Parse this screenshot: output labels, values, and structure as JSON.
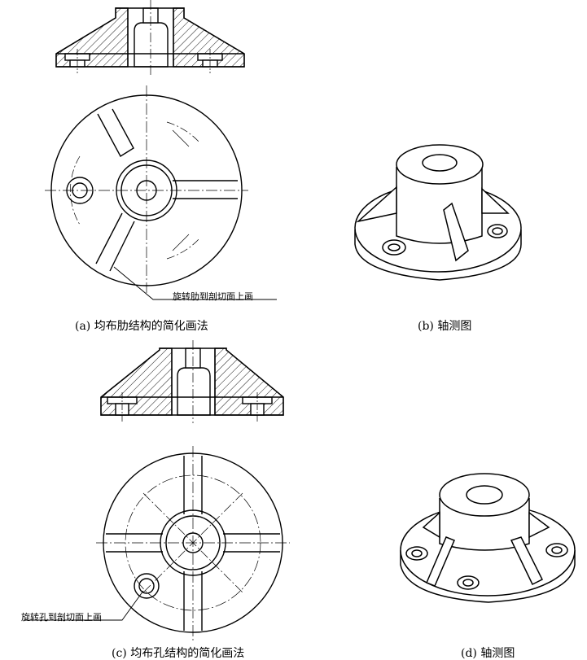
{
  "captions": {
    "a": "(a) 均布肋结构的简化画法",
    "b": "(b) 轴测图",
    "c": "(c) 均布孔结构的简化画法",
    "d": "(d) 轴测图"
  },
  "annotations": {
    "rib_note": "旋转肋到剖切面上画",
    "hole_note": "旋转孔到剖切面上画"
  },
  "colors": {
    "line": "#000000",
    "background": "#ffffff"
  }
}
